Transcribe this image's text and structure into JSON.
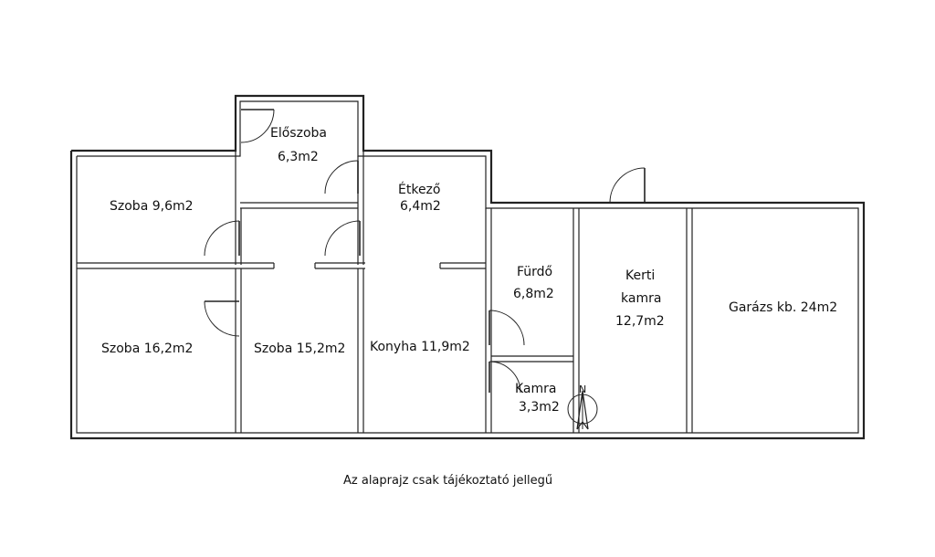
{
  "rooms": {
    "eloszoba_name": "Előszoba",
    "eloszoba_area": "6,3m2",
    "szoba1": "Szoba 9,6m2",
    "etkezo_name": "Étkező",
    "etkezo_area": "6,4m2",
    "furdo_name": "Fürdő",
    "furdo_area": "6,8m2",
    "kerti_line1": "Kerti",
    "kerti_line2": "kamra",
    "kerti_area": "12,7m2",
    "garazs": "Garázs kb. 24m2",
    "szoba2": "Szoba 16,2m2",
    "szoba3": "Szoba 15,2m2",
    "konyha": "Konyha 11,9m2",
    "kamra_name": "Kamra",
    "kamra_area": "3,3m2"
  },
  "compass": {
    "north_letter": "N"
  },
  "caption": "Az alaprajz csak tájékoztató jellegű",
  "colors": {
    "wall": "#222222",
    "background": "#ffffff"
  }
}
